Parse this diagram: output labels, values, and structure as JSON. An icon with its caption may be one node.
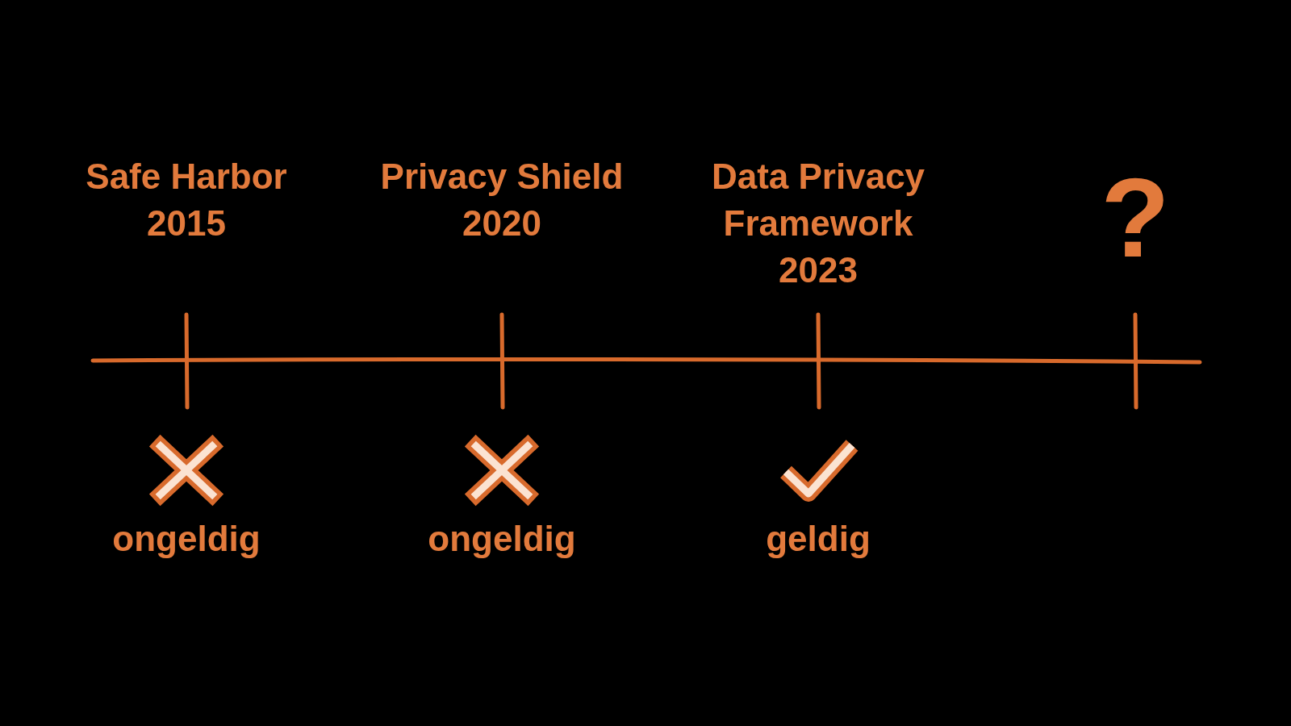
{
  "diagram": {
    "labels": [
      "Safe Harbor 2015",
      "Privacy Shield 2020",
      "Data Privacy Framework 2023",
      "?",
      "ongeldig",
      "ongeldig",
      "geldig"
    ]
  }
}
